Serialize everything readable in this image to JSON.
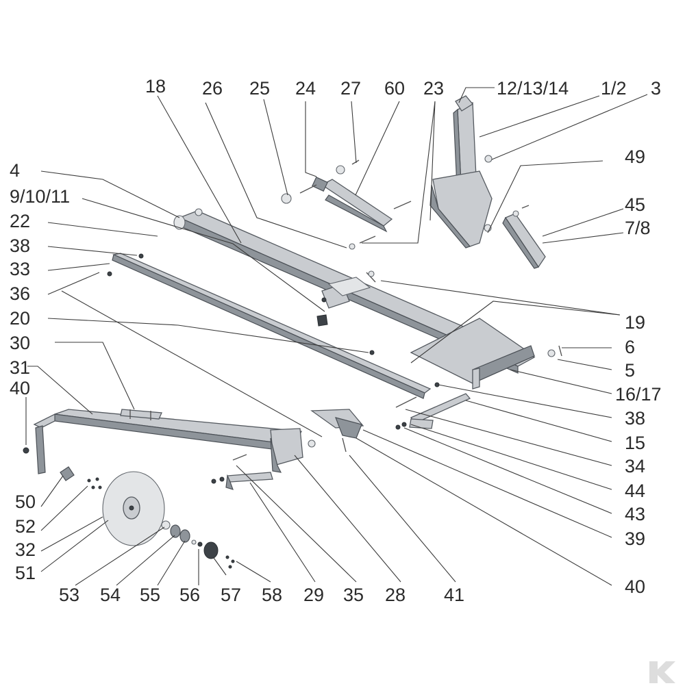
{
  "diagram": {
    "callouts": [
      "18",
      "26",
      "25",
      "24",
      "27",
      "60",
      "23",
      "12/13/14",
      "1/2",
      "3",
      "49",
      "45",
      "7/8",
      "4",
      "9/10/11",
      "22",
      "38",
      "33",
      "36",
      "20",
      "30",
      "31",
      "40",
      "19",
      "6",
      "5",
      "16/17",
      "38",
      "15",
      "34",
      "44",
      "43",
      "39",
      "40",
      "50",
      "52",
      "32",
      "51",
      "53",
      "54",
      "55",
      "56",
      "57",
      "58",
      "29",
      "35",
      "28",
      "41"
    ],
    "colors": {
      "steel": "#c9ccd0",
      "steel_dark": "#8e949a",
      "outline": "#555a60",
      "text": "#2a2a2a"
    }
  },
  "watermark": {
    "icon": "k-logo-icon"
  }
}
